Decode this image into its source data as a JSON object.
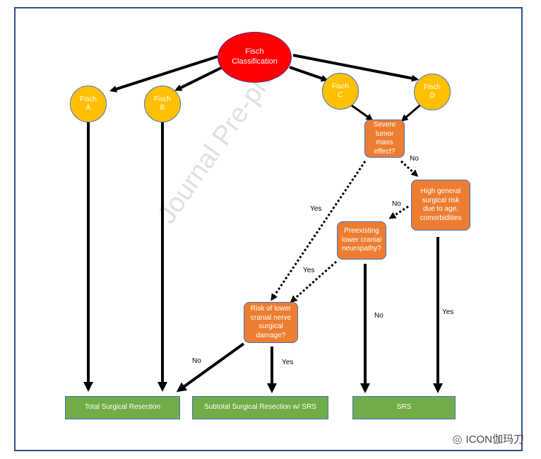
{
  "watermark": "Journal Pre-proof",
  "nodes": {
    "root": "Fisch Classification",
    "fisch_a": "Fisch A",
    "fisch_b": "Fisch B",
    "fisch_c": "Fisch C",
    "fisch_d": "Fisch D",
    "severe_mass": "Severe tumor mass effect?",
    "high_risk": "High general surgical risk due to age, comorbidities",
    "preexisting": "Preexisting lower cranial neuropathy?",
    "risk_lcn": "Risk of lower cranial nerve surgical damage?",
    "total_resection": "Total Surgical Resection",
    "subtotal_resection": "Subtotal Surgical Resection w/ SRS",
    "srs": "SRS"
  },
  "edge_labels": {
    "mass_no": "No",
    "mass_yes": "Yes",
    "highrisk_no": "No",
    "highrisk_yes": "Yes",
    "pre_yes": "Yes",
    "pre_no": "No",
    "risk_no": "No",
    "risk_yes": "Yes"
  },
  "brand": {
    "icon": "wechat-icon",
    "text": "ICON伽玛刀"
  }
}
